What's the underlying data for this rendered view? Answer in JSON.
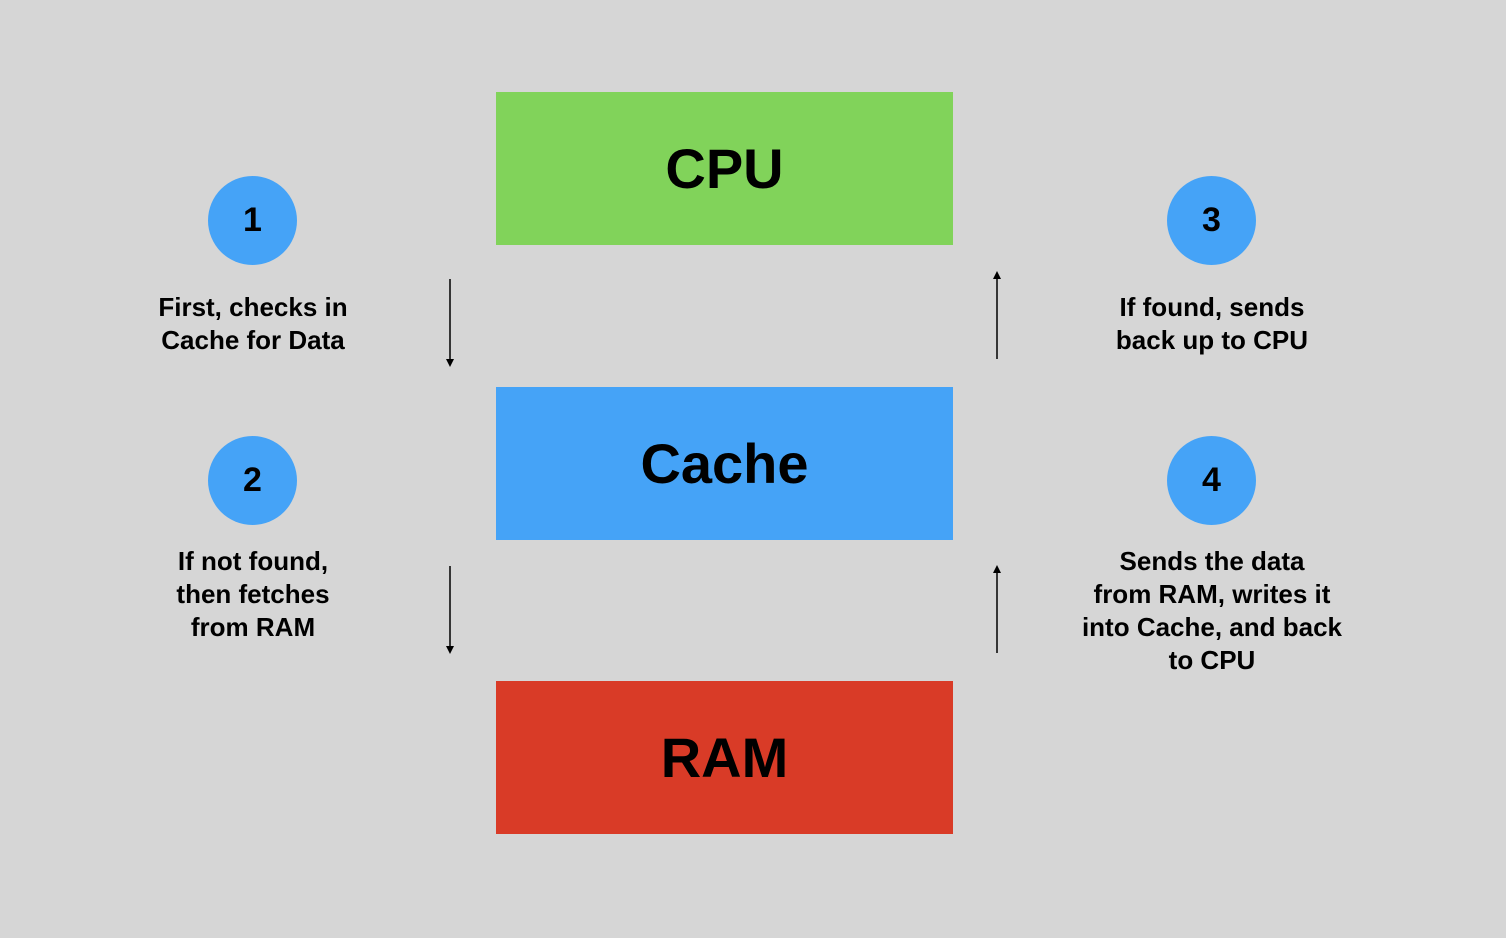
{
  "boxes": {
    "cpu": {
      "label": "CPU",
      "color": "#81d35a"
    },
    "cache": {
      "label": "Cache",
      "color": "#45a3f7"
    },
    "ram": {
      "label": "RAM",
      "color": "#d93b27"
    }
  },
  "steps": [
    {
      "number": "1",
      "text": "First, checks in\nCache for Data"
    },
    {
      "number": "2",
      "text": "If not found,\nthen fetches\nfrom RAM"
    },
    {
      "number": "3",
      "text": "If found, sends\nback up to CPU"
    },
    {
      "number": "4",
      "text": "Sends the data\nfrom RAM, writes it\ninto Cache, and back\nto CPU"
    }
  ],
  "colors": {
    "background": "#d6d6d6",
    "step_circle": "#45a3f7"
  }
}
